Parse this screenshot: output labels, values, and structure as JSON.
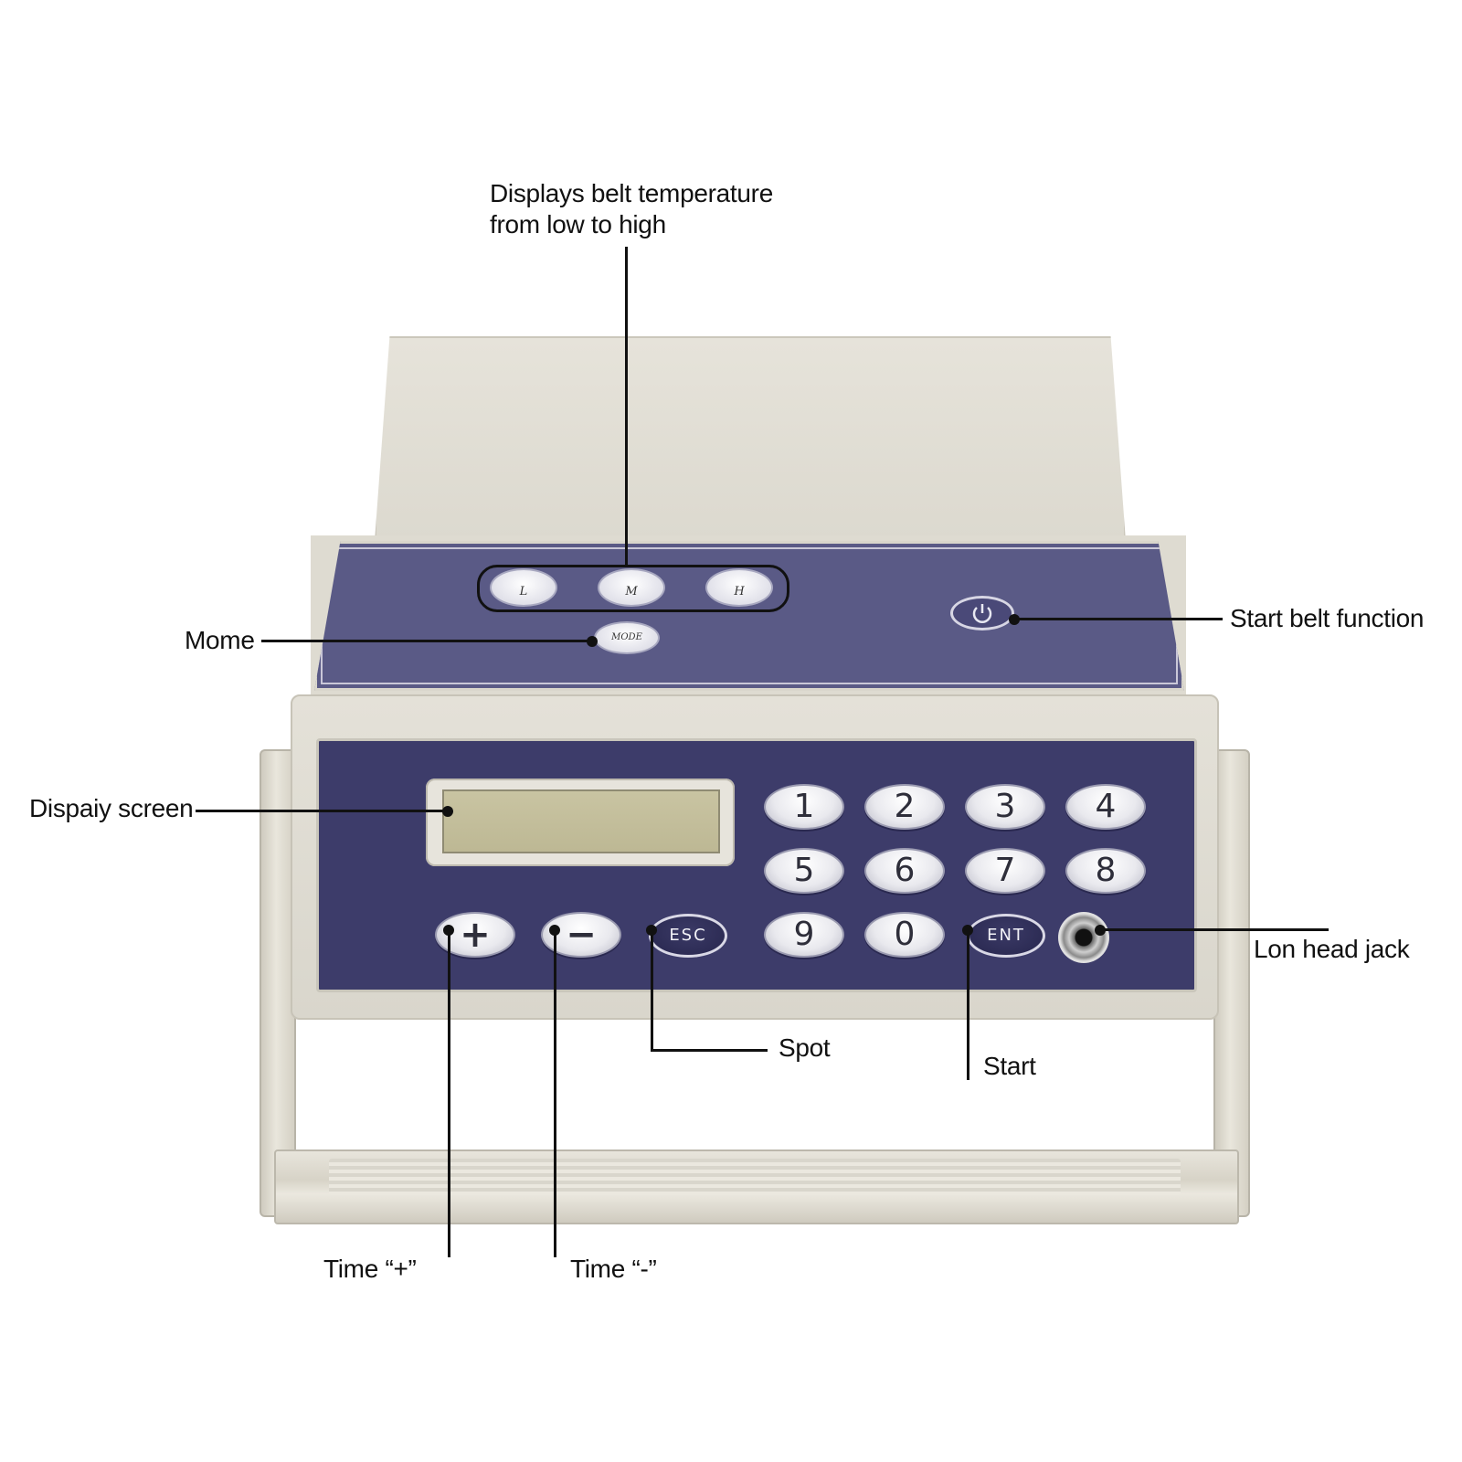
{
  "callouts": {
    "temperature": [
      "Displays belt temperature",
      "from low to high"
    ],
    "mode": "Mome",
    "start_belt": "Start belt function",
    "display_screen": "Dispaiy screen",
    "ion_jack": "Lon head jack",
    "spot": "Spot",
    "start": "Start",
    "time_plus": "Time “+”",
    "time_minus": "Time “-”"
  },
  "device": {
    "temp_buttons": [
      "L",
      "M",
      "H"
    ],
    "mode_button": "MODE",
    "keypad_row1": [
      "1",
      "2",
      "3",
      "4"
    ],
    "keypad_row2": [
      "5",
      "6",
      "7",
      "8"
    ],
    "keypad_row3": [
      "9",
      "0"
    ],
    "plus_key": "+",
    "minus_key": "−",
    "esc_key": "ESC",
    "ent_key": "ENT",
    "colors": {
      "panel": "#3d3c6a",
      "shell": "#e4e1d8"
    }
  }
}
